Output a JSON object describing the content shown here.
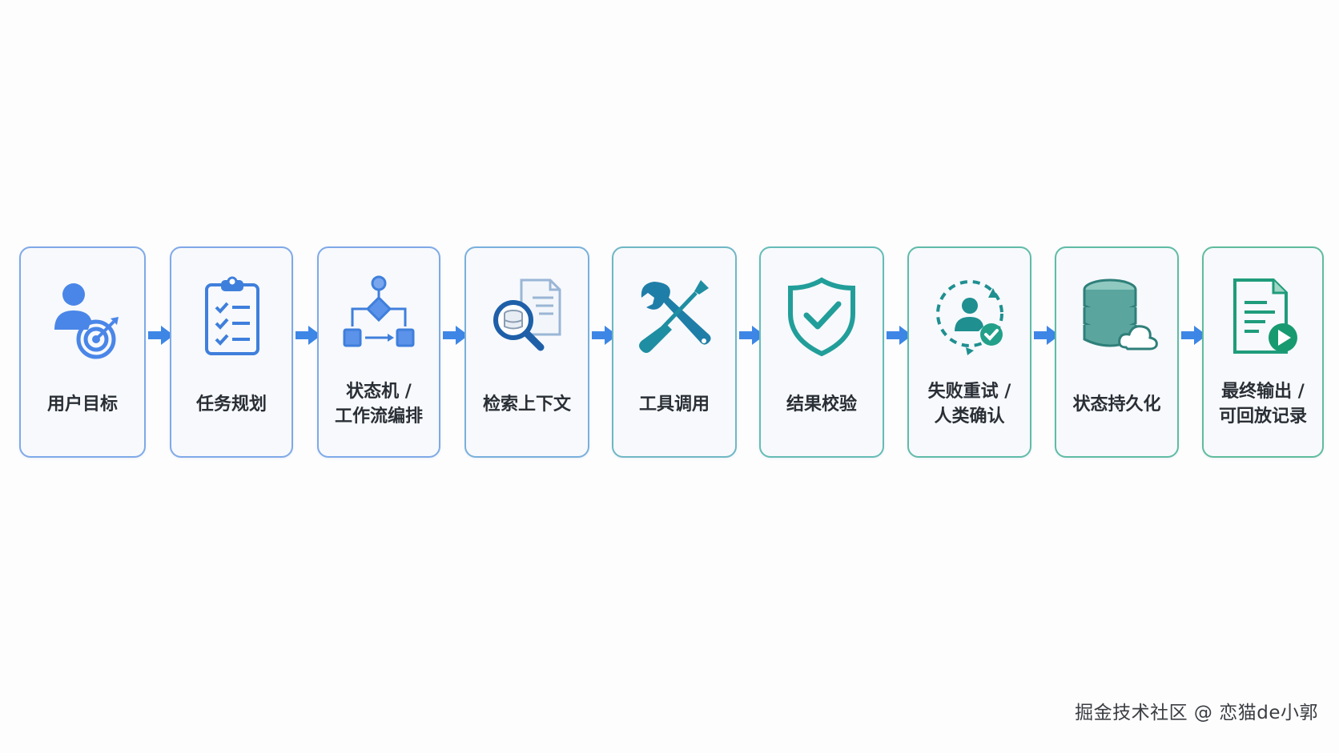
{
  "steps": [
    {
      "label_1": "用户目标",
      "label_2": "",
      "icon": "user-target-icon",
      "color": "#4a86e8"
    },
    {
      "label_1": "任务规划",
      "label_2": "",
      "icon": "clipboard-checklist-icon",
      "color": "#4a86e8"
    },
    {
      "label_1": "状态机 /",
      "label_2": "工作流编排",
      "icon": "state-machine-flow-icon",
      "color": "#4a86e8"
    },
    {
      "label_1": "检索上下文",
      "label_2": "",
      "icon": "document-search-icon",
      "color": "#3a8fc8"
    },
    {
      "label_1": "工具调用",
      "label_2": "",
      "icon": "wrench-screwdriver-icon",
      "color": "#2a98b0"
    },
    {
      "label_1": "结果校验",
      "label_2": "",
      "icon": "shield-check-icon",
      "color": "#229e9a"
    },
    {
      "label_1": "失败重试 /",
      "label_2": "人类确认",
      "icon": "user-retry-check-icon",
      "color": "#22a08c"
    },
    {
      "label_1": "状态持久化",
      "label_2": "",
      "icon": "database-cloud-icon",
      "color": "#22a08a"
    },
    {
      "label_1": "最终输出 /",
      "label_2": "可回放记录",
      "icon": "document-play-icon",
      "color": "#22a080"
    }
  ],
  "colors": {
    "arrow": "#3d86e6",
    "blue": "#3f7fdc",
    "teal": "#1f9c8c"
  },
  "watermark": "掘金技术社区 @ 恋猫de小郭"
}
